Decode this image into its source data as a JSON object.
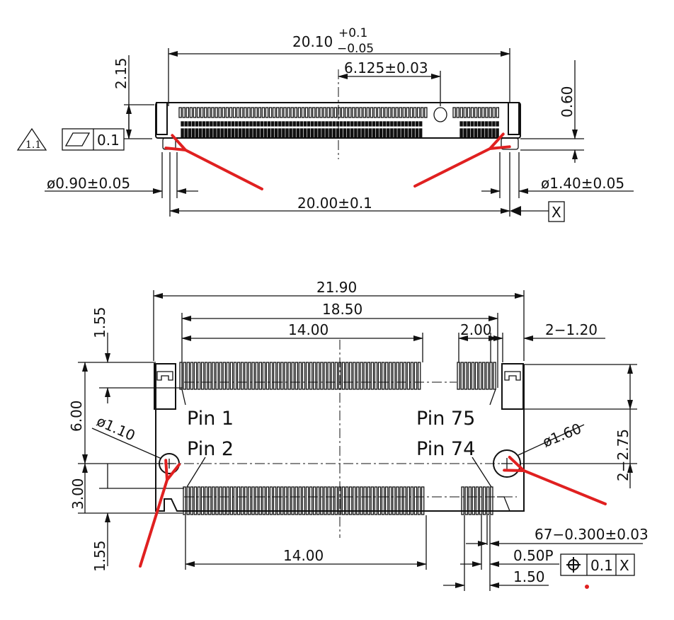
{
  "top_view": {
    "overall_width": "20.10",
    "overall_tol_plus": "+0.1",
    "overall_tol_minus": "−0.05",
    "key_offset": "6.125±0.03",
    "height": "2.15",
    "standoff": "0.60",
    "flatness_value": "0.1",
    "note_ref": "1.1",
    "left_peg_dia": "ø0.90±0.05",
    "right_peg_dia": "ø1.40±0.05",
    "peg_spacing": "20.00±0.1",
    "datum": "X"
  },
  "bottom_view": {
    "overall_width": "21.90",
    "outer_pin_span": "18.50",
    "top_row_span": "14.00",
    "key_gap": "2.00",
    "tab_width": "2−1.20",
    "top_margin": "1.55",
    "body_depth": "6.00",
    "hole_offset": "3.00",
    "bottom_margin": "1.55",
    "tab_height": "2−2.75",
    "left_hole_dia": "ø1.10",
    "right_hole_dia": "ø1.60",
    "pin1": "Pin 1",
    "pin2": "Pin 2",
    "pin75": "Pin 75",
    "pin74": "Pin 74",
    "bottom_row_span": "14.00",
    "pin_width": "67−0.300±0.03",
    "pitch": "0.50P",
    "end_gap": "1.50",
    "position_tol": "0.1",
    "position_datum": "X"
  },
  "colors": {
    "annotation": "#e02020",
    "line": "#111111"
  }
}
